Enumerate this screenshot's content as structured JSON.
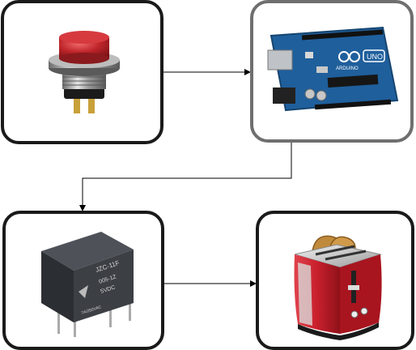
{
  "nodes": [
    {
      "id": "push-button",
      "icon": "push-button-icon"
    },
    {
      "id": "arduino-uno",
      "icon": "arduino-board-icon",
      "text": {
        "brand": "ARDUINO",
        "model": "UNO"
      }
    },
    {
      "id": "relay",
      "icon": "relay-icon",
      "text": {
        "model": "JZC-11F",
        "part": "005-1Z",
        "voltage": "5VDC",
        "rating": "7A/250VAC"
      }
    },
    {
      "id": "toaster",
      "icon": "toaster-icon"
    }
  ],
  "edges": [
    {
      "from": "push-button",
      "to": "arduino-uno"
    },
    {
      "from": "arduino-uno",
      "to": "relay"
    },
    {
      "from": "relay",
      "to": "toaster"
    }
  ],
  "colors": {
    "border_dark": "#1a1a1a",
    "border_grey": "#6f6f6f",
    "button_red": "#c0262b",
    "board_blue": "#1f5f9c",
    "relay_body": "#3c3f44",
    "toaster_red": "#c8202c"
  }
}
